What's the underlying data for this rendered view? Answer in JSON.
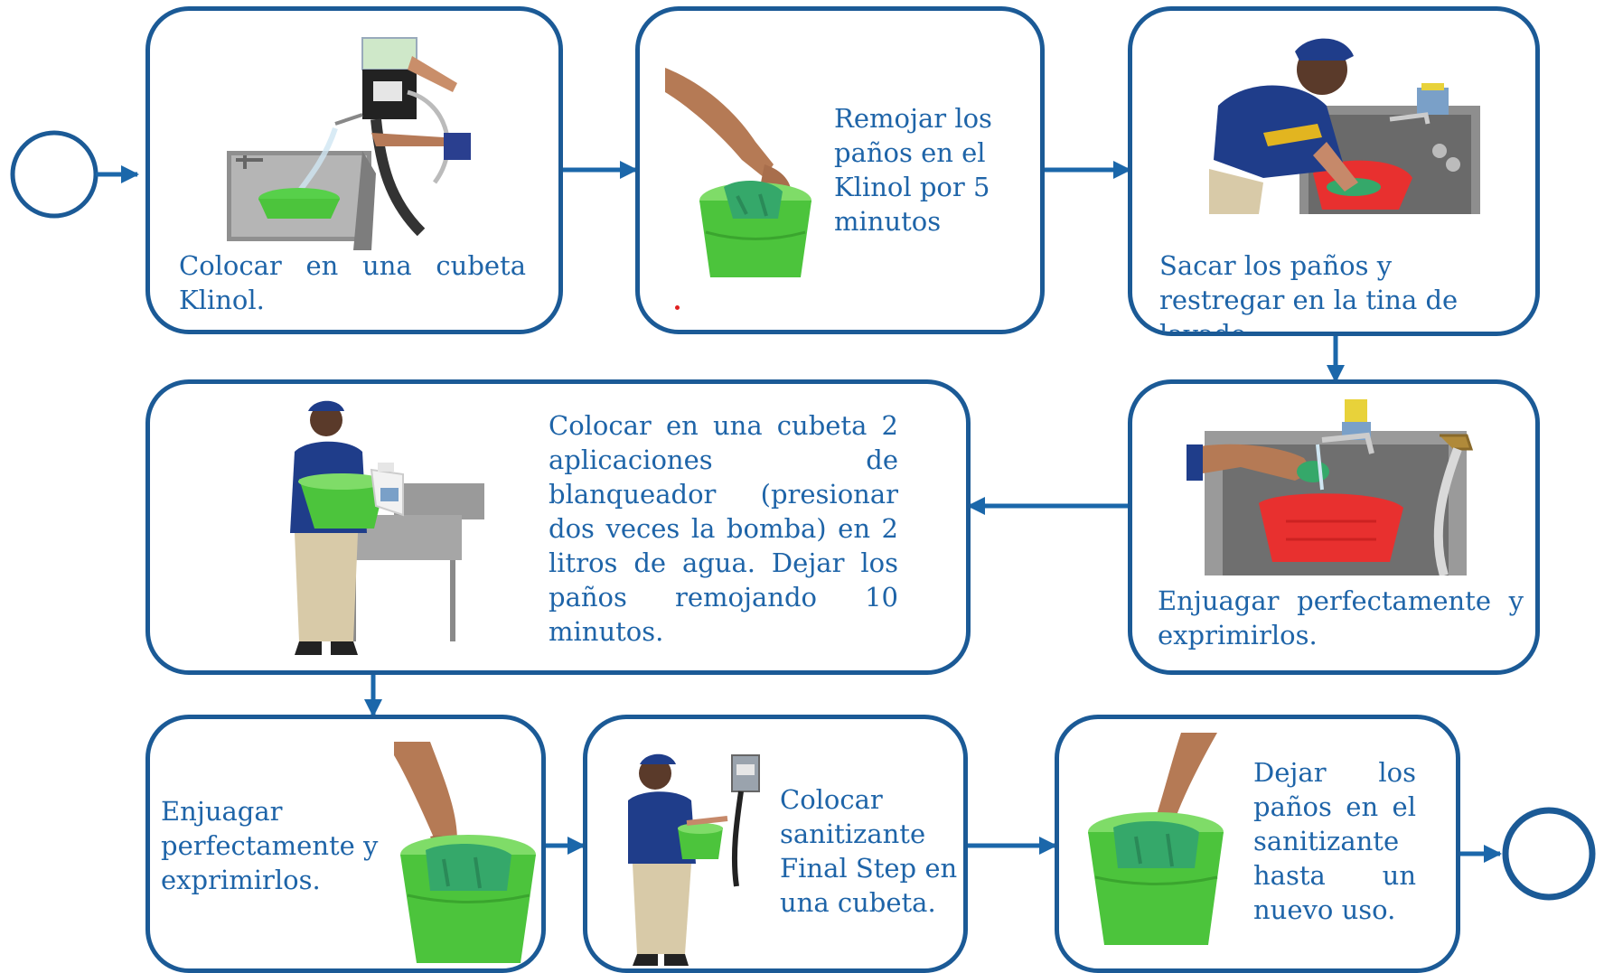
{
  "colors": {
    "border": "#1b5a96",
    "text": "#1e64a8",
    "arrow": "#1b67aa",
    "bucket_green": "#4cc43c",
    "cloth_green": "#35a86a",
    "basin_red": "#e8302f",
    "steel": "#a9a9a9"
  },
  "start_node": {
    "icon": "start-circle-icon"
  },
  "end_node": {
    "icon": "end-circle-icon"
  },
  "steps": [
    {
      "text": "Colocar en una cubeta Klinol.",
      "illustration": "dispenser-filling-bucket-icon"
    },
    {
      "text": "Remojar los paños en el Klinol  por 5 minutos",
      "illustration": "hand-soaking-cloths-icon"
    },
    {
      "text": "Sacar los paños y restregar en la tina de lavado.",
      "illustration": "worker-scrubbing-sink-icon"
    },
    {
      "text": "Enjuagar perfectamente y exprimirlos.",
      "illustration": "rinsing-cloth-faucet-icon"
    },
    {
      "text": "Colocar en una cubeta 2 aplicaciones de blanqueador (presionar dos veces la bomba) en 2 litros de agua. Dejar los paños remojando 10 minutos.",
      "illustration": "worker-bucket-bleach-icon"
    },
    {
      "text": "Enjuagar perfectamente y exprimirlos.",
      "illustration": "hand-wringing-bucket-icon"
    },
    {
      "text": "Colocar sanitizante Final Step en una cubeta.",
      "illustration": "worker-dispenser-bucket-icon"
    },
    {
      "text": "Dejar los paños en el sanitizante hasta un nuevo uso.",
      "illustration": "hand-cloths-bucket-icon"
    }
  ]
}
